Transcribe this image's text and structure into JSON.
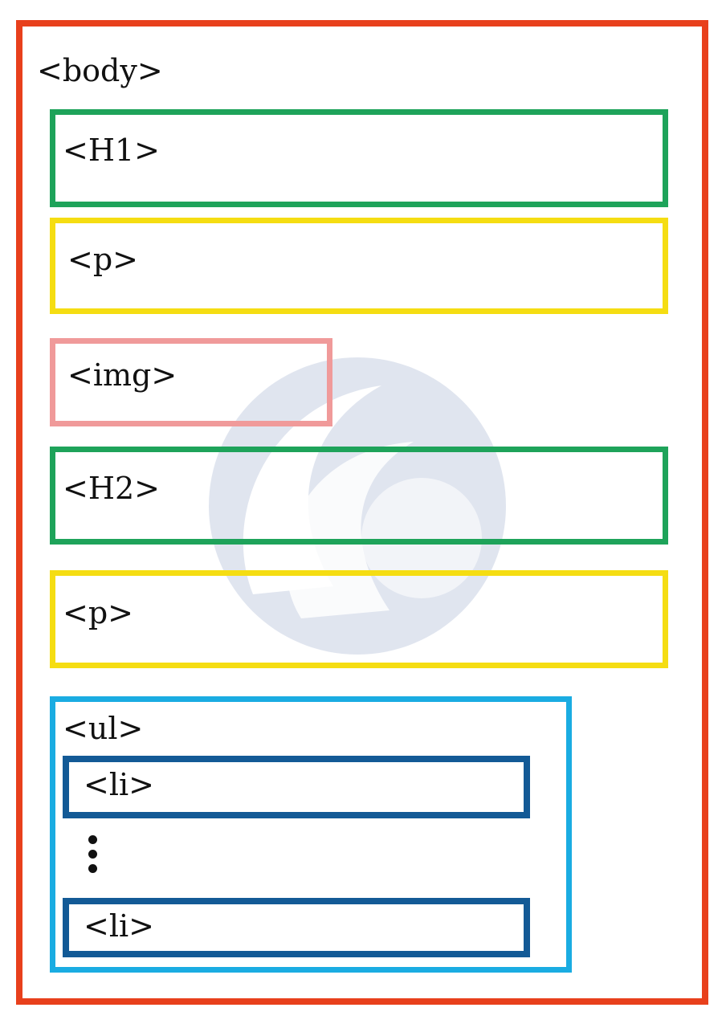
{
  "labels": {
    "body": "<body>",
    "h1": "<H1>",
    "p1": "<p>",
    "img": "<img>",
    "h2": "<H2>",
    "p2": "<p>",
    "ul": "<ul>",
    "li1": "<li>",
    "li2": "<li>"
  },
  "colors": {
    "body_border": "#e8401c",
    "heading_border": "#1ea35a",
    "paragraph_border": "#f5dd12",
    "image_border": "#f09a9a",
    "list_border": "#1aace2",
    "list_item_border": "#135a96"
  },
  "icons": {
    "watermark": "swirl-logo-watermark",
    "ellipsis": "vertical-ellipsis"
  }
}
